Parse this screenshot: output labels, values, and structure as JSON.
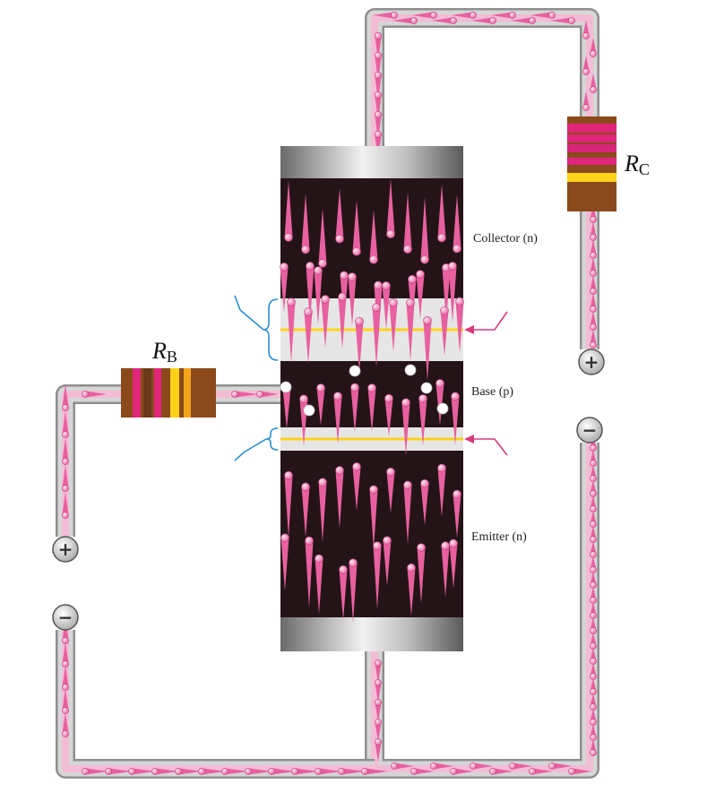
{
  "labels": {
    "collector": "Collector (n)",
    "base": "Base (p)",
    "emitter": "Emitter (n)"
  },
  "resistors": {
    "base": {
      "symbol": "R",
      "sub": "B"
    },
    "collector": {
      "symbol": "R",
      "sub": "C"
    }
  },
  "terminals": {
    "plus": "+",
    "minus": "−"
  },
  "colors": {
    "wire_pink": "#e8609f",
    "wire_grey": "#b8b8b8",
    "semiconductor": "#241418",
    "depletion": "#e6e6e6",
    "junction_line": "#ffd21a",
    "bracket_blue": "#2a8fd0",
    "arrow_pink": "#d83a7e"
  }
}
